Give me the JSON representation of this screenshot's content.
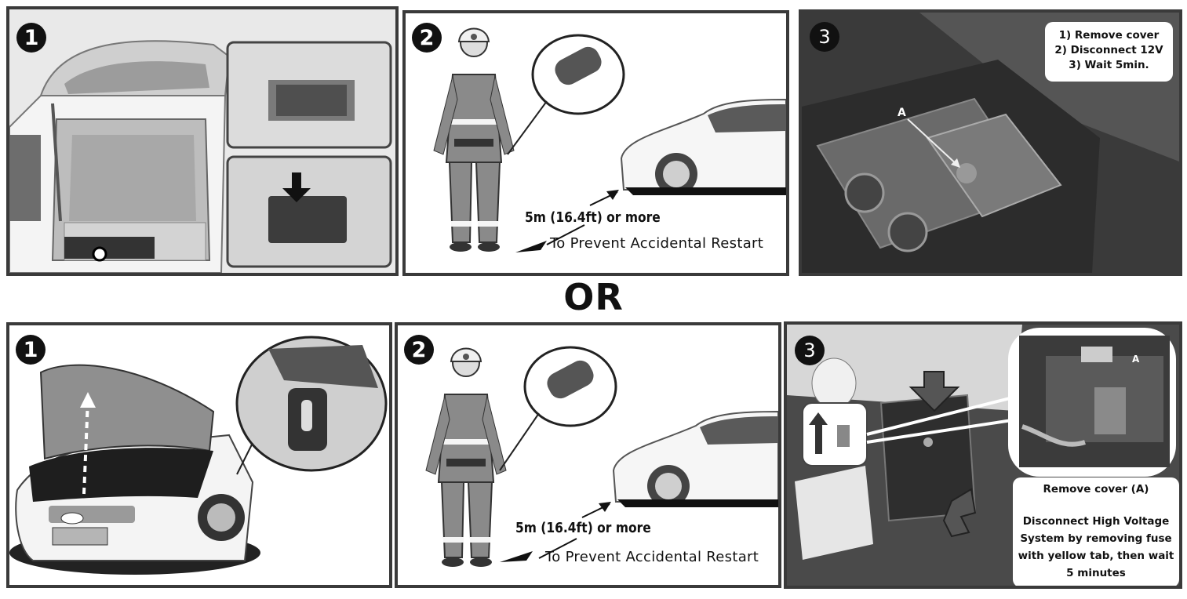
{
  "divider": {
    "label": "OR"
  },
  "top_row": {
    "panel1": {
      "step": "1"
    },
    "panel2": {
      "step": "2",
      "distance": "5m (16.4ft) or more",
      "purpose": "To Prevent Accidental Restart",
      "key_fob_icon": "smart-key-icon"
    },
    "panel3": {
      "step": "3",
      "callout_label": "A",
      "instructions": [
        "1) Remove cover",
        "2) Disconnect 12V",
        "3) Wait 5min."
      ]
    }
  },
  "bottom_row": {
    "panel1": {
      "step": "1"
    },
    "panel2": {
      "step": "2",
      "distance": "5m (16.4ft) or more",
      "purpose": "To Prevent Accidental Restart",
      "key_fob_icon": "smart-key-icon"
    },
    "panel3": {
      "step": "3",
      "callout_label": "A",
      "instruction_title": "Remove cover (A)",
      "instruction_lines": [
        "Disconnect High Voltage",
        "System by removing fuse",
        "with yellow tab, then wait",
        "5 minutes"
      ]
    }
  },
  "colors": {
    "border": "#3a3a3a",
    "badge": "#111111",
    "photo_dark": "#2b2b2b"
  }
}
